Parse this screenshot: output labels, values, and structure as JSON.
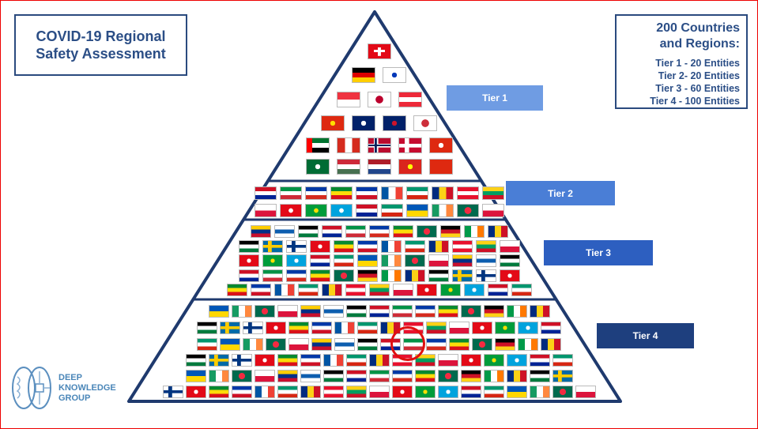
{
  "title": {
    "line1": "COVID-19 Regional",
    "line2": "Safety Assessment"
  },
  "info": {
    "line1": "200 Countries",
    "line2": "and Regions:",
    "tiers": [
      "Tier 1 - 20 Entities",
      "Tier 2- 20 Entities",
      "Tier 3 - 60 Entities",
      "Tier 4 - 100 Entities"
    ]
  },
  "tier_labels": [
    {
      "label": "Tier 1",
      "color": "#6f9ce3"
    },
    {
      "label": "Tier 2",
      "color": "#4a7ed6"
    },
    {
      "label": "Tier 3",
      "color": "#2d5fc0"
    },
    {
      "label": "Tier 4",
      "color": "#1e3f7e"
    }
  ],
  "logo": {
    "line1": "DEEP",
    "line2": "KNOWLEDGE",
    "line3": "GROUP"
  },
  "colors": {
    "pyramid": "#1f3a6e",
    "highlight": "#e01010"
  },
  "tier1_flags": [
    [
      {
        "t": "cross",
        "c": [
          "#e30a17",
          "#fff"
        ]
      }
    ],
    [
      {
        "t": "h3",
        "c": [
          "#000",
          "#dd0000",
          "#ffce00"
        ]
      },
      {
        "t": "h3",
        "c": [
          "#fff",
          "#fff",
          "#fff"
        ],
        "m": "#0038b8"
      }
    ],
    [
      {
        "t": "h2",
        "c": [
          "#ef3340",
          "#fff"
        ]
      },
      {
        "t": "center",
        "c": [
          "#fff",
          "#bc002d"
        ]
      },
      {
        "t": "h3",
        "c": [
          "#ed2939",
          "#fff",
          "#ed2939"
        ]
      }
    ],
    [
      {
        "t": "solid",
        "c": [
          "#de2910"
        ],
        "m": "#ffde00"
      },
      {
        "t": "solid",
        "c": [
          "#012169"
        ],
        "m": "#fff"
      },
      {
        "t": "solid",
        "c": [
          "#012169"
        ],
        "m": "#cc142b"
      },
      {
        "t": "center",
        "c": [
          "#fff",
          "#cd2e3a"
        ]
      }
    ],
    [
      {
        "t": "uae",
        "c": [
          "#00732f",
          "#fff",
          "#000",
          "#ff0000"
        ]
      },
      {
        "t": "v3",
        "c": [
          "#d52b1e",
          "#fff",
          "#d52b1e"
        ]
      },
      {
        "t": "nordic",
        "c": [
          "#ba0c2f",
          "#fff",
          "#00205b"
        ]
      },
      {
        "t": "nordic",
        "c": [
          "#c60c30",
          "#fff",
          "#fff"
        ]
      },
      {
        "t": "solid",
        "c": [
          "#de2910"
        ],
        "m": "#fff"
      }
    ],
    [
      {
        "t": "solid",
        "c": [
          "#006c35"
        ],
        "m": "#fff"
      },
      {
        "t": "h3",
        "c": [
          "#ce2939",
          "#fff",
          "#477050"
        ]
      },
      {
        "t": "h3",
        "c": [
          "#ae1c28",
          "#fff",
          "#21468b"
        ]
      },
      {
        "t": "solid",
        "c": [
          "#da251d"
        ],
        "m": "#ffff00"
      },
      {
        "t": "solid",
        "c": [
          "#de2910"
        ]
      }
    ]
  ],
  "tier_rows": {
    "tier2": [
      10,
      10
    ],
    "tier3": [
      11,
      12,
      12,
      12,
      13
    ],
    "tier4": [
      15,
      16,
      16,
      17,
      17,
      19
    ]
  },
  "palette": [
    {
      "t": "h3",
      "c": [
        "#ce1126",
        "#fff",
        "#002395"
      ]
    },
    {
      "t": "v3",
      "c": [
        "#0055a4",
        "#fff",
        "#ef4135"
      ]
    },
    {
      "t": "h3",
      "c": [
        "#000",
        "#ce1126",
        "#fcd116"
      ]
    },
    {
      "t": "h2",
      "c": [
        "#fff",
        "#dc143c"
      ]
    },
    {
      "t": "nordic",
      "c": [
        "#fff",
        "#003580",
        "#003580"
      ]
    },
    {
      "t": "h3",
      "c": [
        "#009246",
        "#fff",
        "#ce2b37"
      ]
    },
    {
      "t": "h3",
      "c": [
        "#00966e",
        "#fff",
        "#d62612"
      ]
    },
    {
      "t": "v3",
      "c": [
        "#009a49",
        "#fff",
        "#ff7900"
      ]
    },
    {
      "t": "h3",
      "c": [
        "#ffcd00",
        "#003087",
        "#c8102e"
      ]
    },
    {
      "t": "solid",
      "c": [
        "#e30a17"
      ],
      "m": "#fff"
    },
    {
      "t": "h3",
      "c": [
        "#0039a6",
        "#fff",
        "#d52b1e"
      ]
    },
    {
      "t": "h2",
      "c": [
        "#0057b7",
        "#ffd700"
      ]
    },
    {
      "t": "v3",
      "c": [
        "#002b7f",
        "#fcd116",
        "#ce1126"
      ]
    },
    {
      "t": "h3",
      "c": [
        "#fff",
        "#0d5eaf",
        "#fff"
      ]
    },
    {
      "t": "solid",
      "c": [
        "#009c3b"
      ],
      "m": "#ffdf00"
    },
    {
      "t": "h3",
      "c": [
        "#078930",
        "#fcdd09",
        "#da121a"
      ]
    },
    {
      "t": "v3",
      "c": [
        "#169b62",
        "#fff",
        "#ff883e"
      ]
    },
    {
      "t": "h3",
      "c": [
        "#e8112d",
        "#fff",
        "#e8112d"
      ]
    },
    {
      "t": "h3",
      "c": [
        "#000",
        "#fff",
        "#007a3d"
      ]
    },
    {
      "t": "solid",
      "c": [
        "#00a3dd"
      ],
      "m": "#fff"
    },
    {
      "t": "h3",
      "c": [
        "#0038a8",
        "#fff",
        "#ce1126"
      ]
    },
    {
      "t": "center",
      "c": [
        "#006a4e",
        "#f42a41"
      ]
    },
    {
      "t": "h3",
      "c": [
        "#fcd116",
        "#009e60",
        "#ce1126"
      ]
    },
    {
      "t": "nordic",
      "c": [
        "#006aa7",
        "#fecc00",
        "#fecc00"
      ]
    }
  ]
}
